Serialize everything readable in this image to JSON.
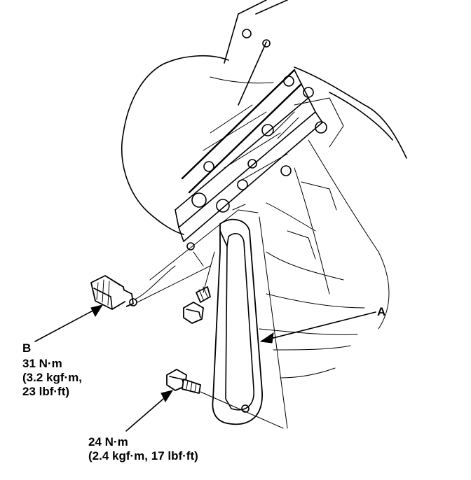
{
  "callouts": {
    "a": {
      "letter": "A"
    },
    "b": {
      "letter": "B",
      "torque_nm": "31 N·m",
      "torque_kgf": "(3.2 kgf·m,",
      "torque_lbf": "23 lbf·ft)"
    },
    "bolt": {
      "torque_nm": "24 N·m",
      "torque_alt": "(2.4 kgf·m, 17 lbf·ft)"
    }
  }
}
